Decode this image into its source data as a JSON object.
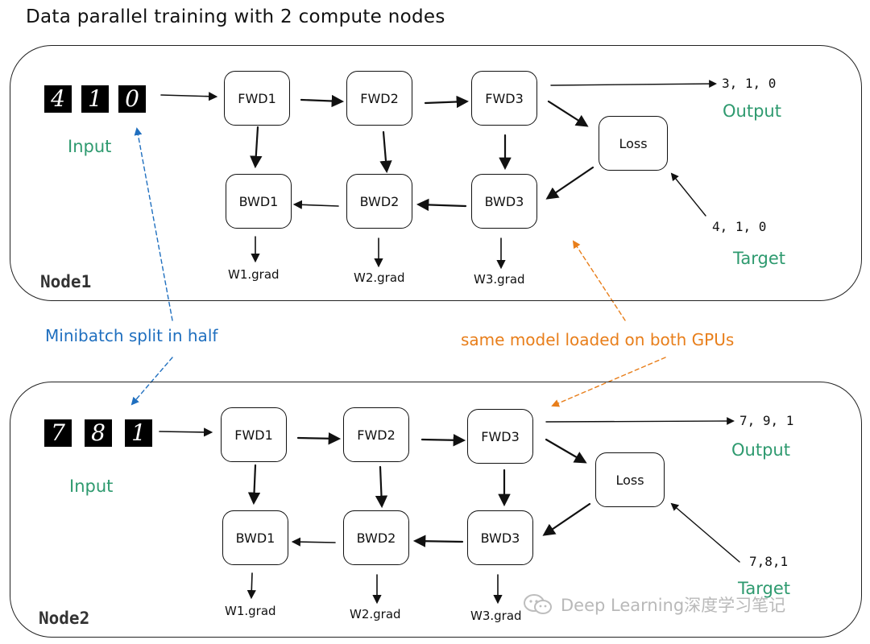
{
  "title": "Data parallel training with 2 compute nodes",
  "nodes": [
    {
      "label": "Node1",
      "digits": [
        "4",
        "1",
        "0"
      ],
      "input_label": "Input",
      "fwd": [
        "FWD1",
        "FWD2",
        "FWD3"
      ],
      "bwd": [
        "BWD1",
        "BWD2",
        "BWD3"
      ],
      "loss": "Loss",
      "output_values": "3, 1, 0",
      "output_label": "Output",
      "target_values": "4, 1, 0",
      "target_label": "Target",
      "grads": [
        "W1.grad",
        "W2.grad",
        "W3.grad"
      ]
    },
    {
      "label": "Node2",
      "digits": [
        "7",
        "8",
        "1"
      ],
      "input_label": "Input",
      "fwd": [
        "FWD1",
        "FWD2",
        "FWD3"
      ],
      "bwd": [
        "BWD1",
        "BWD2",
        "BWD3"
      ],
      "loss": "Loss",
      "output_values": "7, 9, 1",
      "output_label": "Output",
      "target_values": "7,8,1",
      "target_label": "Target",
      "grads": [
        "W1.grad",
        "W2.grad",
        "W3.grad"
      ]
    }
  ],
  "annotations": {
    "minibatch": "Minibatch split in half",
    "same_model": "same model loaded on both GPUs"
  },
  "watermark": "Deep Learning深度学习笔记",
  "colors": {
    "green": "#2e9a6f",
    "blue": "#1f6fbf",
    "orange": "#e87e1a"
  }
}
